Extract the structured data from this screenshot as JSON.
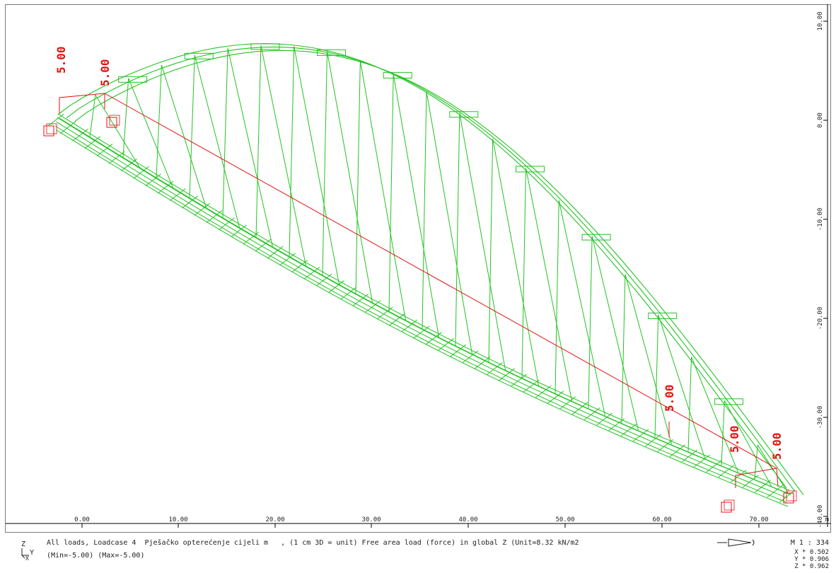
{
  "colors": {
    "structure": "#22c322",
    "load": "#e41010",
    "support": "#e41010",
    "axis_text": "#222222",
    "frame": "#7a7a7a"
  },
  "x_axis": {
    "unit": "m",
    "ticks": [
      "0.00",
      "10.00",
      "20.00",
      "30.00",
      "40.00",
      "50.00",
      "60.00",
      "70.00"
    ]
  },
  "y_axis": {
    "ticks": [
      "10.00",
      "0.00",
      "-10.00",
      "-20.00",
      "-30.00",
      "-40.00"
    ]
  },
  "load_labels": [
    "5.00",
    "5.00",
    "5.00",
    "5.00",
    "5.00"
  ],
  "status": {
    "line1": "All loads, Loadcase 4  Pješačko opterećenje cijeli m   , (1 cm 3D = unit) Free area load (force) in global Z (Unit=8.32 kN/m2",
    "line2": "(Min=-5.00) (Max=-5.00)",
    "scale": "M 1 : 334",
    "x_factor": "X * 0.502",
    "y_factor": "Y * 0.906",
    "z_factor": "Z * 0.962",
    "coord_z": "Z",
    "coord_y": "Y",
    "coord_x": "X"
  },
  "icons": [
    "view-direction-arrow-icon",
    "coordinate-system-icon"
  ]
}
